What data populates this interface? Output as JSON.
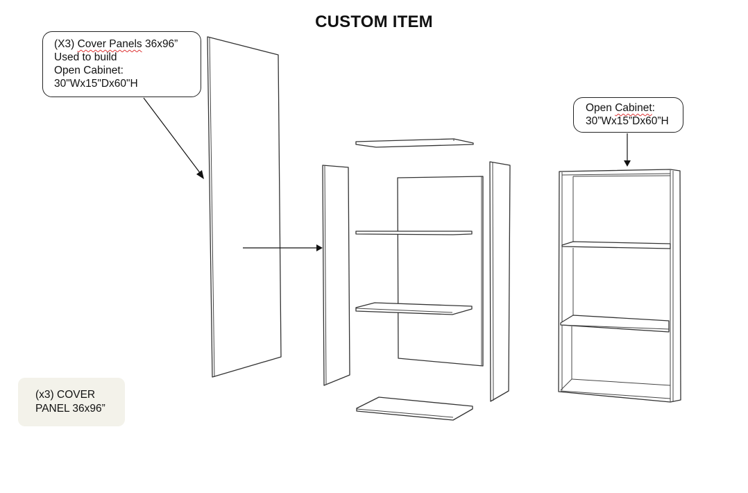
{
  "title": "CUSTOM ITEM",
  "callouts": {
    "cover_panels": {
      "line1_prefix": "(X3) ",
      "line1_underlined": "Cover Panels",
      "line1_suffix": " 36x96”",
      "line2": "Used to build",
      "line3": "Open Cabinet:",
      "line4": "30\"Wx15\"Dx60\"H"
    },
    "open_cabinet": {
      "line1_prefix": "Open ",
      "line1_underlined": "Cabinet",
      "line1_suffix": ":",
      "line2": "30”Wx15”Dx60”H"
    }
  },
  "note": {
    "line1": "(x3) COVER",
    "line2": "PANEL 36x96”"
  },
  "colors": {
    "note_background": "#f3f2ea",
    "line": "#333333",
    "spellcheck_underline": "#dd3333"
  }
}
